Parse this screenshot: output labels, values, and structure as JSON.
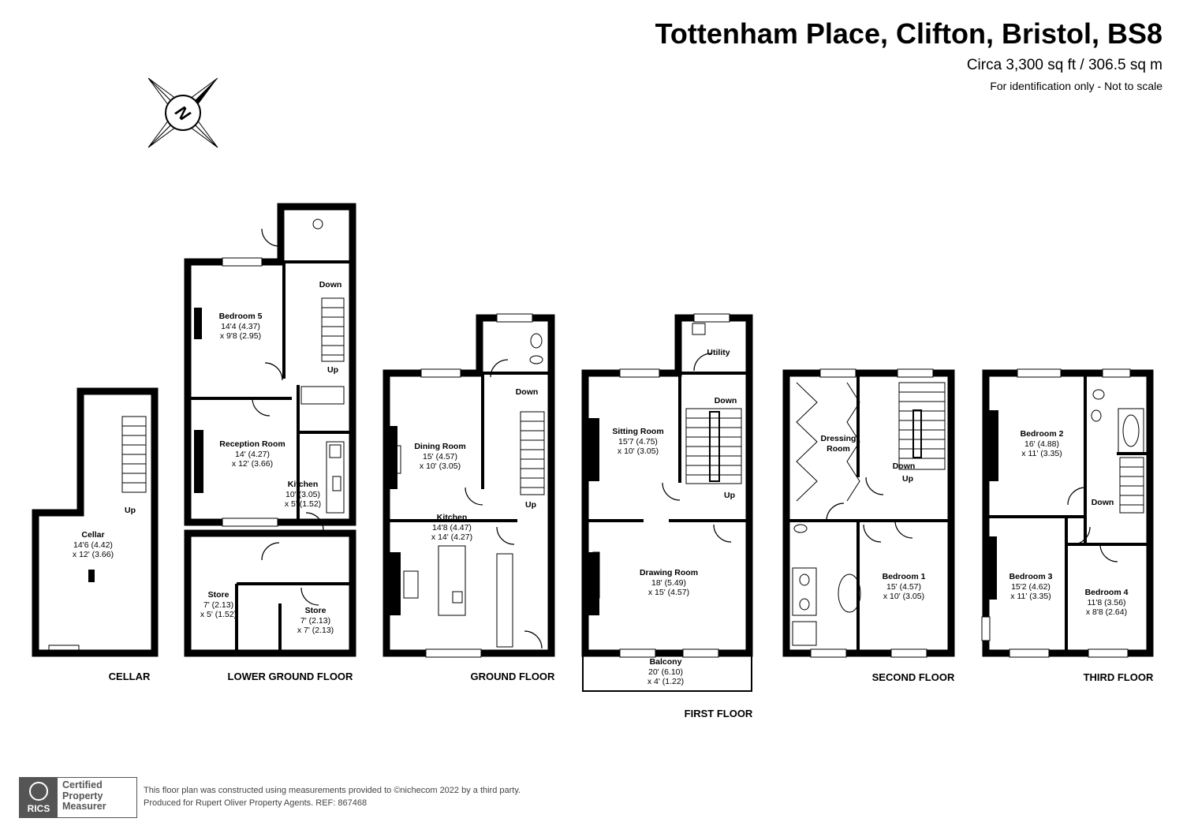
{
  "header": {
    "title": "Tottenham Place, Clifton, Bristol, BS8",
    "area": "Circa 3,300 sq ft / 306.5 sq m",
    "note": "For identification only - Not to scale"
  },
  "compass": {
    "label": "N",
    "icon": "compass-north-icon"
  },
  "floors": {
    "cellar": "CELLAR",
    "lower_ground": "LOWER GROUND FLOOR",
    "ground": "GROUND FLOOR",
    "first": "FIRST FLOOR",
    "second": "SECOND FLOOR",
    "third": "THIRD FLOOR"
  },
  "rooms": {
    "cellar": {
      "name": "Cellar",
      "d1": "14'6 (4.42)",
      "d2": "x 12' (3.66)"
    },
    "bedroom5": {
      "name": "Bedroom 5",
      "d1": "14'4 (4.37)",
      "d2": "x 9'8 (2.95)"
    },
    "reception": {
      "name": "Reception Room",
      "d1": "14' (4.27)",
      "d2": "x 12' (3.66)"
    },
    "lg_kitchen": {
      "name": "Kitchen",
      "d1": "10' (3.05)",
      "d2": "x 5' (1.52)"
    },
    "store1": {
      "name": "Store",
      "d1": "7' (2.13)",
      "d2": "x 5' (1.52)"
    },
    "store2": {
      "name": "Store",
      "d1": "7' (2.13)",
      "d2": "x 7' (2.13)"
    },
    "dining": {
      "name": "Dining Room",
      "d1": "15' (4.57)",
      "d2": "x 10' (3.05)"
    },
    "kitchen": {
      "name": "Kitchen",
      "d1": "14'8 (4.47)",
      "d2": "x 14' (4.27)"
    },
    "sitting": {
      "name": "Sitting Room",
      "d1": "15'7 (4.75)",
      "d2": "x 10' (3.05)"
    },
    "drawing": {
      "name": "Drawing Room",
      "d1": "18' (5.49)",
      "d2": "x 15' (4.57)"
    },
    "balcony": {
      "name": "Balcony",
      "d1": "20' (6.10)",
      "d2": "x 4' (1.22)"
    },
    "utility": {
      "name": "Utility"
    },
    "dressing": {
      "name": "Dressing",
      "name2": "Room"
    },
    "bedroom1": {
      "name": "Bedroom 1",
      "d1": "15' (4.57)",
      "d2": "x 10' (3.05)"
    },
    "bedroom2": {
      "name": "Bedroom 2",
      "d1": "16' (4.88)",
      "d2": "x 11' (3.35)"
    },
    "bedroom3": {
      "name": "Bedroom 3",
      "d1": "15'2 (4.62)",
      "d2": "x 11' (3.35)"
    },
    "bedroom4": {
      "name": "Bedroom 4",
      "d1": "11'8 (3.56)",
      "d2": "x 8'8 (2.64)"
    }
  },
  "stairs": {
    "up": "Up",
    "down": "Down"
  },
  "footer": {
    "badge_logo": "RICS",
    "badge_line1": "Certified",
    "badge_line2": "Property",
    "badge_line3": "Measurer",
    "line1": "This floor plan was constructed using measurements provided to ©nichecom 2022 by a third party.",
    "line2": "Produced for Rupert Oliver Property Agents.   REF: 867468"
  }
}
